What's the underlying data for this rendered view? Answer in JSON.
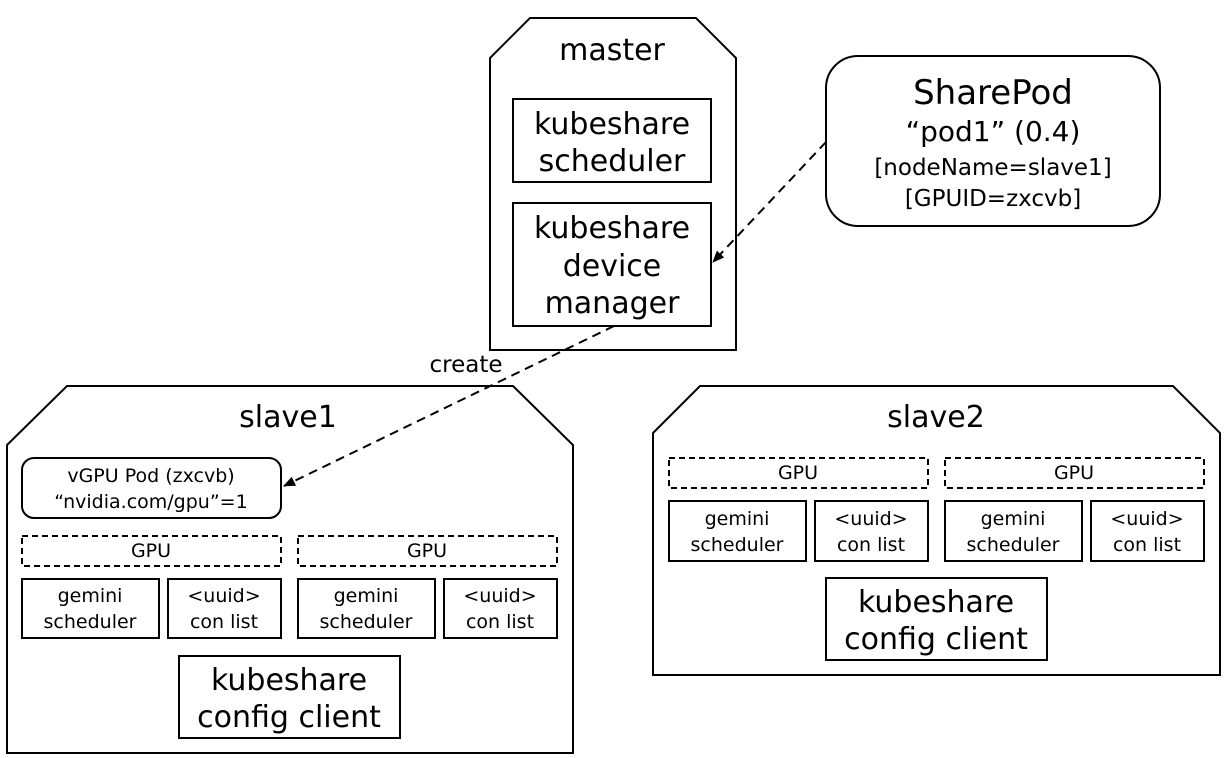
{
  "master": {
    "title": "master",
    "scheduler": [
      "kubeshare",
      "scheduler"
    ],
    "device_manager": [
      "kubeshare",
      "device",
      "manager"
    ]
  },
  "sharepod": {
    "title": "SharePod",
    "name": "“pod1” (0.4)",
    "node": "[nodeName=slave1]",
    "gpuid": "[GPUID=zxcvb]"
  },
  "arrow_label": "create",
  "slave1": {
    "title": "slave1",
    "vgpu_pod": [
      "vGPU Pod (zxcvb)",
      "“nvidia.com/gpu”=1"
    ],
    "gpus": [
      {
        "label": "GPU",
        "scheduler": [
          "gemini",
          "scheduler"
        ],
        "list": [
          "<uuid>",
          "con list"
        ]
      },
      {
        "label": "GPU",
        "scheduler": [
          "gemini",
          "scheduler"
        ],
        "list": [
          "<uuid>",
          "con list"
        ]
      }
    ],
    "config_client": [
      "kubeshare",
      "config client"
    ]
  },
  "slave2": {
    "title": "slave2",
    "gpus": [
      {
        "label": "GPU",
        "scheduler": [
          "gemini",
          "scheduler"
        ],
        "list": [
          "<uuid>",
          "con list"
        ]
      },
      {
        "label": "GPU",
        "scheduler": [
          "gemini",
          "scheduler"
        ],
        "list": [
          "<uuid>",
          "con list"
        ]
      }
    ],
    "config_client": [
      "kubeshare",
      "config client"
    ]
  }
}
